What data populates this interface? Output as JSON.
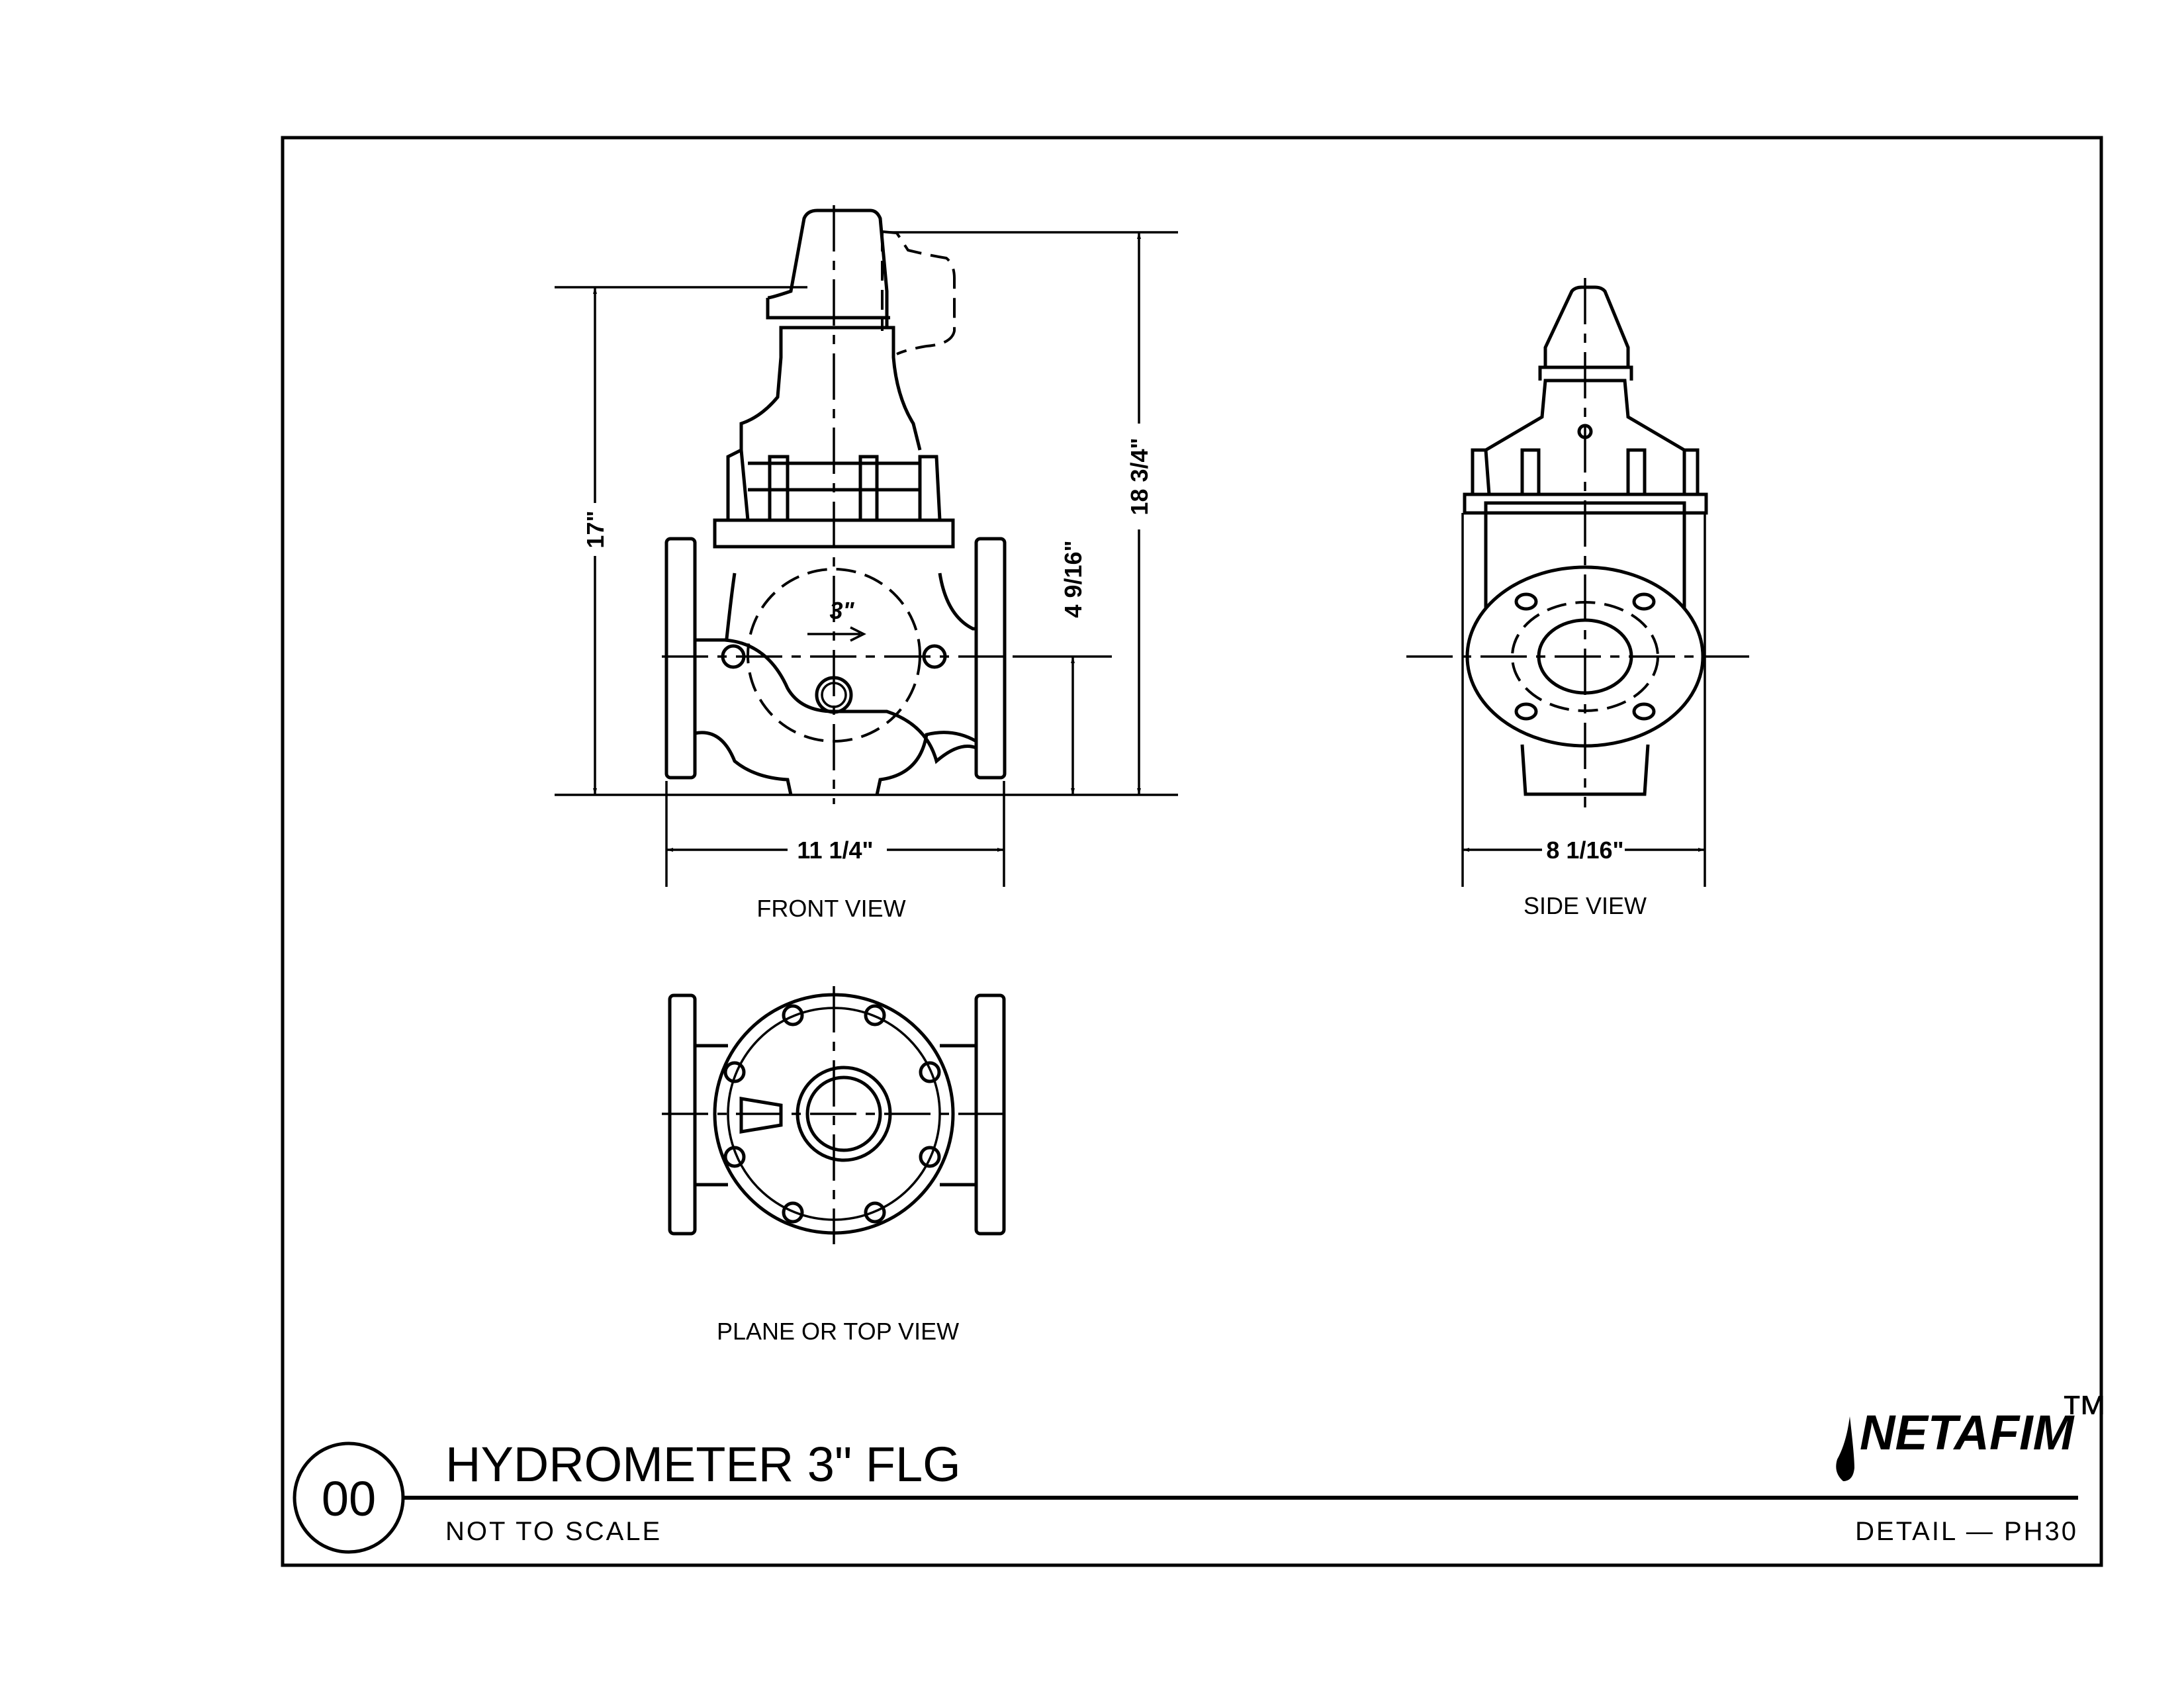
{
  "drawing": {
    "title": "HYDROMETER 3\" FLG",
    "detail_number": "00",
    "scale_note": "NOT TO SCALE",
    "detail_ref": "DETAIL  —  PH30",
    "logo_text": "NETAFIM",
    "logo_tm": "™"
  },
  "views": {
    "front": {
      "label": "FRONT VIEW",
      "size_marking": "3\""
    },
    "side": {
      "label": "SIDE VIEW"
    },
    "top": {
      "label": "PLANE OR TOP VIEW"
    }
  },
  "dimensions": {
    "height_body": "17\"",
    "height_total": "18 3/4\"",
    "centerline_height": "4 9/16\"",
    "length": "11 1/4\"",
    "side_width": "8 1/16\""
  }
}
